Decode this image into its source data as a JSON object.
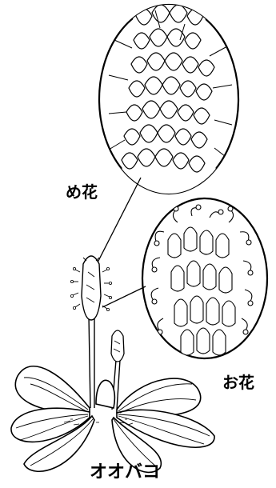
{
  "labels": {
    "female_flower": "め花",
    "male_flower": "お花",
    "plant_name": "オオバコ"
  },
  "colors": {
    "ink": "#000000",
    "paper": "#ffffff"
  }
}
